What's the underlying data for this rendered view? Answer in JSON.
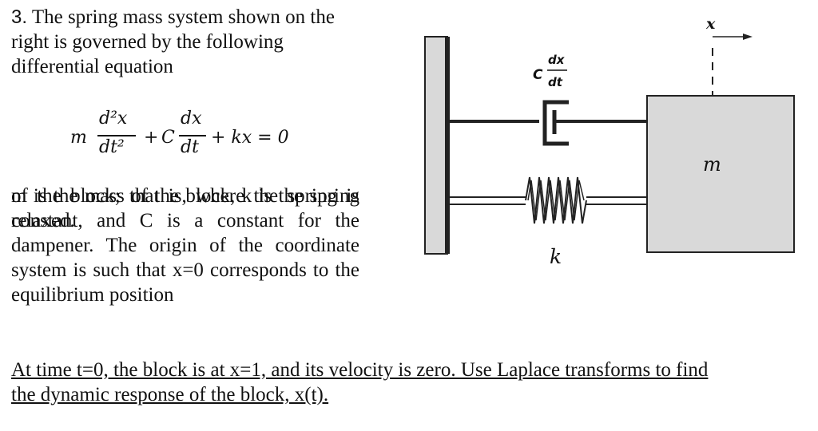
{
  "problem": {
    "number": "3.",
    "intro": "The spring mass system shown on the right is governed by the following differential equation",
    "equation": {
      "m": "m",
      "term1_numerator": "d²x",
      "term1_denominator": "dt²",
      "plus1": "+",
      "c": "C",
      "term2_numerator": "dx",
      "term2_denominator": "dt",
      "rest": "+ kx = 0"
    },
    "description_line1": "m is the mass of the block, k is the spring constant, and C is a constant for the dampener.   The origin of the coordinate system is such that x=0 corresponds to the equilibrium position",
    "description_line2": "of the block; that is, where the spring is relaxed.",
    "task_line1": "At time t=0, the block is at x=1, and its velocity is zero.  Use Laplace transforms to find",
    "task_line2": "the dynamic response of the block, x(t)."
  },
  "diagram": {
    "x_label": "x",
    "damper_c": "C",
    "damper_num": "dx",
    "damper_den": "dt",
    "mass_label": "m",
    "spring_label": "k"
  }
}
